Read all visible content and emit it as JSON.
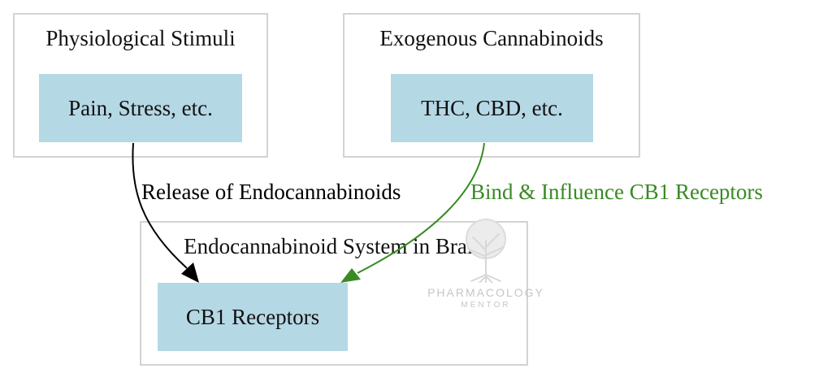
{
  "clusters": {
    "physiological": {
      "title": "Physiological Stimuli",
      "node": "Pain, Stress, etc."
    },
    "exogenous": {
      "title": "Exogenous Cannabinoids",
      "node": "THC, CBD, etc."
    },
    "brain": {
      "title": "Endocannabinoid System in Brain",
      "node": "CB1 Receptors"
    }
  },
  "edges": {
    "release": {
      "label": "Release of Endocannabinoids",
      "color": "#000000"
    },
    "bind": {
      "label": "Bind & Influence CB1 Receptors",
      "color": "#3a8a24"
    }
  },
  "colors": {
    "node_fill": "#b5d8e5",
    "cluster_border": "#d3d3d3"
  },
  "watermark": {
    "line1": "PHARMACOLOGY",
    "line2": "MENTOR"
  }
}
